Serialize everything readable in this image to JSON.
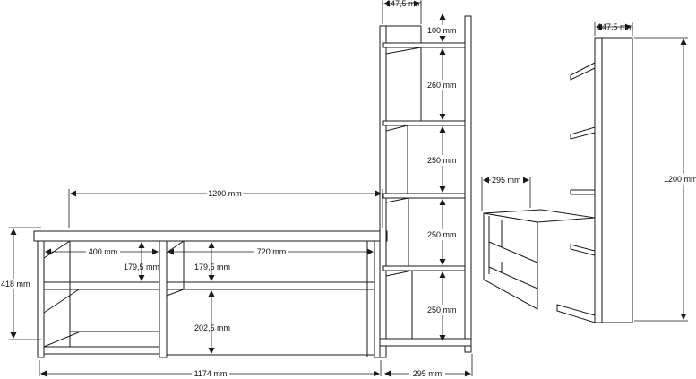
{
  "dimensions": {
    "tv_unit_top_width": "1200 mm",
    "tv_unit_total_width": "1174 mm",
    "tv_unit_height": "418 mm",
    "left_compartment_width": "400 mm",
    "right_compartment_width": "720 mm",
    "left_upper_shelf_height": "179,5 mm",
    "right_upper_shelf_height": "179,5 mm",
    "lower_compartment_height": "202,5 mm",
    "bookcase_depth_top": "147,5 mm",
    "bookcase_top_gap": "100 mm",
    "bookcase_shelf_1": "260 mm",
    "bookcase_shelf_2": "250 mm",
    "bookcase_shelf_3": "250 mm",
    "bookcase_shelf_4": "250 mm",
    "bookcase_depth_bottom": "295 mm",
    "side_unit_depth": "295 mm",
    "side_bookcase_depth": "147,5 mm",
    "side_bookcase_height": "1200 mm"
  },
  "colors": {
    "line": "#1a1a1a",
    "background": "#ffffff"
  }
}
